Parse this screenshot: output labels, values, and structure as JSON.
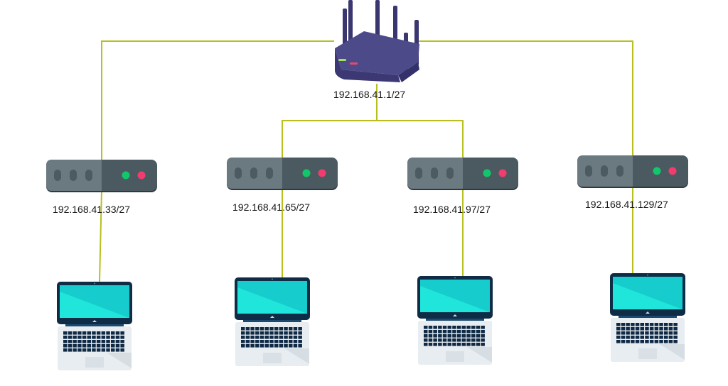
{
  "diagram": {
    "type": "network-topology",
    "colors": {
      "link": "#b8bf1f",
      "router_body": "#45427a",
      "router_top": "#4d4a8a",
      "switch_left": "#6b7a80",
      "switch_right": "#4a5a60",
      "switch_port": "#4c5b61",
      "led_green": "#11c76b",
      "led_red": "#f03c6e",
      "router_led_green": "#a6e35a",
      "router_led_red": "#e84a6b",
      "laptop_frame": "#0f2c47",
      "laptop_screen": "#1fe5db",
      "laptop_screen_shade": "#17cccc",
      "laptop_base": "#e8edf1",
      "laptop_keys": "#102a45"
    },
    "router": {
      "name": "router",
      "ip": "192.168.41.1/27"
    },
    "switches": [
      {
        "name": "switch-1",
        "ip": "192.168.41.33/27"
      },
      {
        "name": "switch-2",
        "ip": "192.168.41.65/27"
      },
      {
        "name": "switch-3",
        "ip": "192.168.41.97/27"
      },
      {
        "name": "switch-4",
        "ip": "192.168.41.129/27"
      }
    ],
    "laptops": [
      {
        "name": "laptop-1",
        "connected_to": "switch-1"
      },
      {
        "name": "laptop-2",
        "connected_to": "switch-2"
      },
      {
        "name": "laptop-3",
        "connected_to": "switch-3"
      },
      {
        "name": "laptop-4",
        "connected_to": "switch-4"
      }
    ],
    "links": [
      {
        "from": "router",
        "to": "switch-1"
      },
      {
        "from": "router",
        "to": "switch-2"
      },
      {
        "from": "router",
        "to": "switch-3"
      },
      {
        "from": "router",
        "to": "switch-4"
      },
      {
        "from": "switch-1",
        "to": "laptop-1"
      },
      {
        "from": "switch-2",
        "to": "laptop-2"
      },
      {
        "from": "switch-3",
        "to": "laptop-3"
      },
      {
        "from": "switch-4",
        "to": "laptop-4"
      }
    ]
  }
}
